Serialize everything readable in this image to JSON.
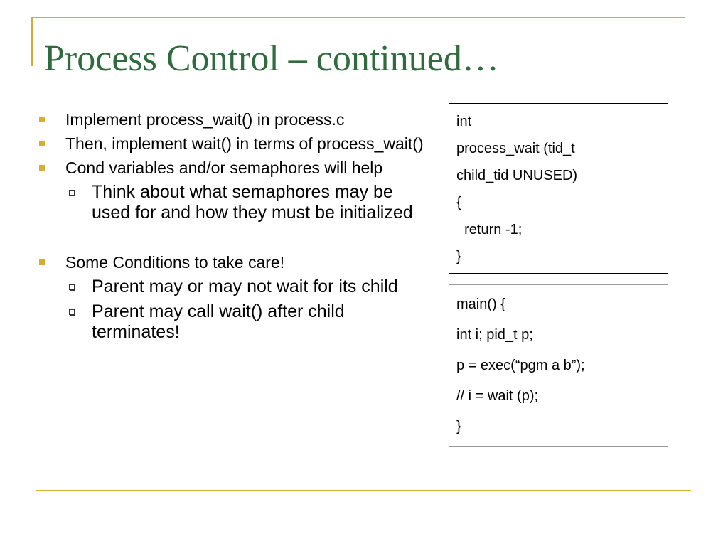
{
  "slide": {
    "title": "Process Control – continued…",
    "accent_color": "#d6ab3a",
    "title_color": "#2f6b3d",
    "bullets": [
      {
        "text": "Implement process_wait() in process.c"
      },
      {
        "text": "Then, implement wait() in terms of process_wait()"
      },
      {
        "text": "Cond variables and/or semaphores will help",
        "sub": [
          "Think about what semaphores may be used for and how they must be initialized"
        ]
      },
      {
        "text": "Some Conditions to take care!",
        "sub": [
          "Parent may or may not wait for its child",
          "Parent may call wait() after child terminates!"
        ]
      }
    ],
    "code_box_1": {
      "lines": [
        "int",
        "process_wait (tid_t",
        "child_tid UNUSED)",
        "{",
        "  return -1;",
        "}"
      ]
    },
    "code_box_2": {
      "lines": [
        "main() {",
        "int i; pid_t p;",
        "p = exec(“pgm a b”);",
        "// i = wait (p);",
        "}"
      ]
    }
  }
}
